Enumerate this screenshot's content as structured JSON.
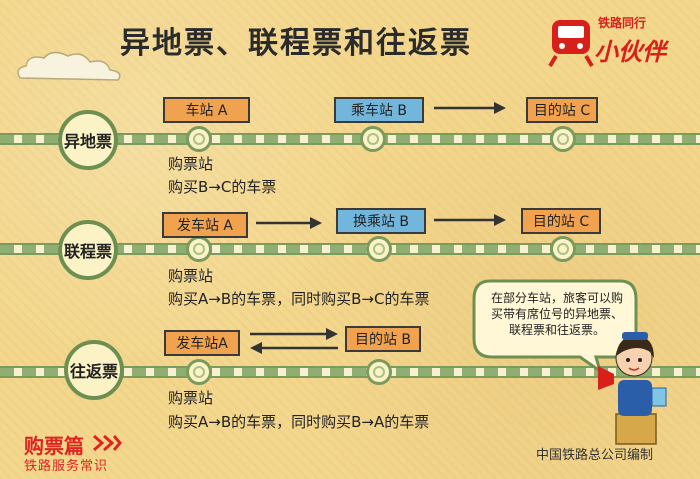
{
  "title": "异地票、联程票和往返票",
  "logo": {
    "top_text": "铁路同行",
    "main_text": "小伙伴"
  },
  "rows": [
    {
      "label": "异地票",
      "stations": [
        "车站 A",
        "乘车站 B",
        "目的站 C"
      ],
      "desc_line1": "购票站",
      "desc_line2": "购买B→C的车票"
    },
    {
      "label": "联程票",
      "stations": [
        "发车站 A",
        "换乘站 B",
        "目的站 C"
      ],
      "desc_line1": "购票站",
      "desc_line2": "购买A→B的车票，同时购买B→C的车票"
    },
    {
      "label": "往返票",
      "stations": [
        "发车站A",
        "目的站 B"
      ],
      "desc_line1": "购票站",
      "desc_line2": "购买A→B的车票，同时购买B→A的车票"
    }
  ],
  "bubble_text": "在部分车站，旅客可以购买带有席位号的异地票、联程票和往返票。",
  "category": {
    "title": "购票篇",
    "subtitle": "铁路服务常识"
  },
  "credit": "中国铁路总公司编制",
  "colors": {
    "orange_box": "#f0a24e",
    "blue_box": "#72b6dc",
    "track_green": "#8fae72",
    "brand_red": "#d8201b"
  }
}
